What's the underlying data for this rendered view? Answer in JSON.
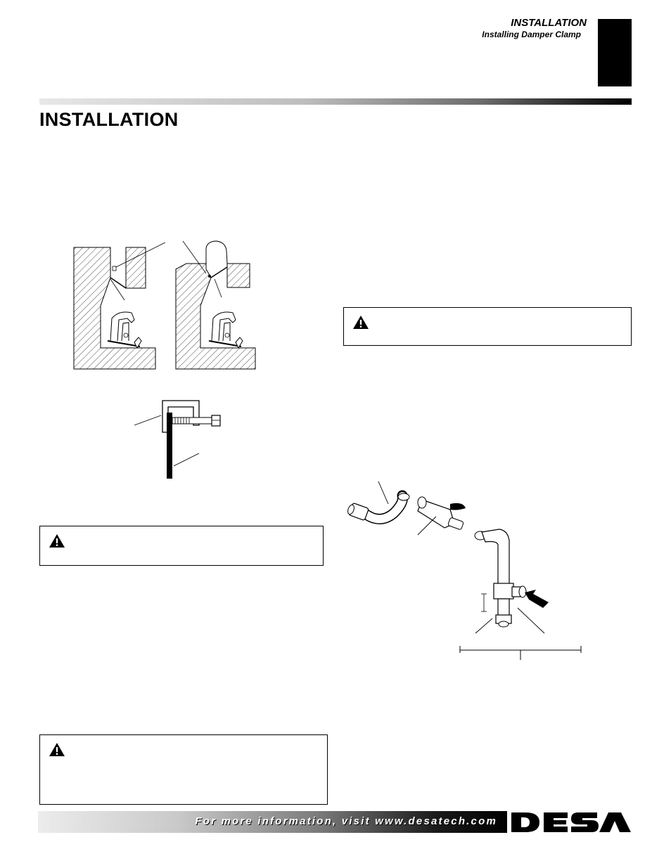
{
  "header": {
    "section": "INSTALLATION",
    "subsection": "Installing Damper Clamp"
  },
  "page_title": "INSTALLATION",
  "footer": {
    "info_text": "For more information, visit www.desatech.com",
    "logo_text": "DESA"
  },
  "colors": {
    "ink": "#000000",
    "paper": "#ffffff",
    "tab": "#000000"
  },
  "icons": [
    "warning-triangle-icon",
    "desa-logo"
  ]
}
